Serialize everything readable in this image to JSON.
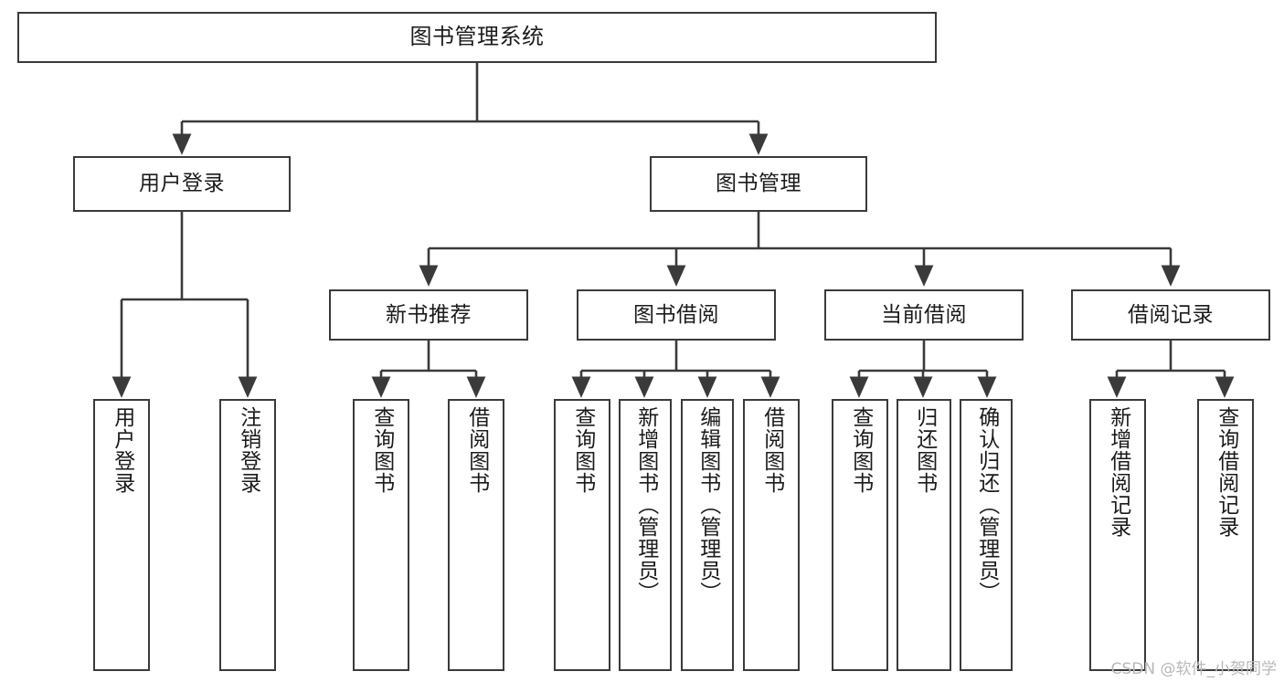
{
  "diagram": {
    "title": "图书管理系统",
    "type": "tree-hierarchy-chart",
    "watermark": "CSDN @软件_小贺同学",
    "colors": {
      "background": "#ffffff",
      "node_border": "#3a3a3a",
      "node_fill": "#ffffff",
      "text": "#1b1b1b",
      "edge": "#3a3a3a",
      "watermark": "#b8b8b8"
    },
    "nodes": {
      "root": {
        "label": "图书管理系统"
      },
      "level2": [
        {
          "id": "user-login",
          "label": "用户登录"
        },
        {
          "id": "book-manage",
          "label": "图书管理"
        }
      ],
      "level3": [
        {
          "id": "new-book-recommend",
          "label": "新书推荐"
        },
        {
          "id": "book-borrow",
          "label": "图书借阅"
        },
        {
          "id": "current-borrow",
          "label": "当前借阅"
        },
        {
          "id": "borrow-record",
          "label": "借阅记录"
        }
      ],
      "leaves": {
        "user_login": [
          {
            "id": "leaf-user-login",
            "label": "用户登录"
          },
          {
            "id": "leaf-logout-login",
            "label": "注销登录"
          }
        ],
        "new_book_recommend": [
          {
            "id": "leaf-query-book-1",
            "label": "查询图书"
          },
          {
            "id": "leaf-borrow-book-1",
            "label": "借阅图书"
          }
        ],
        "book_borrow": [
          {
            "id": "leaf-query-book-2",
            "label": "查询图书"
          },
          {
            "id": "leaf-add-book-admin",
            "label": "新增图书（管理员）"
          },
          {
            "id": "leaf-edit-book-admin",
            "label": "编辑图书（管理员）"
          },
          {
            "id": "leaf-borrow-book-2",
            "label": "借阅图书"
          }
        ],
        "current_borrow": [
          {
            "id": "leaf-query-book-3",
            "label": "查询图书"
          },
          {
            "id": "leaf-return-book",
            "label": "归还图书"
          },
          {
            "id": "leaf-confirm-return-admin",
            "label": "确认归还（管理员）"
          }
        ],
        "borrow_record": [
          {
            "id": "leaf-add-borrow-record",
            "label": "新增借阅记录"
          },
          {
            "id": "leaf-query-borrow-record",
            "label": "查询借阅记录"
          }
        ]
      }
    }
  }
}
